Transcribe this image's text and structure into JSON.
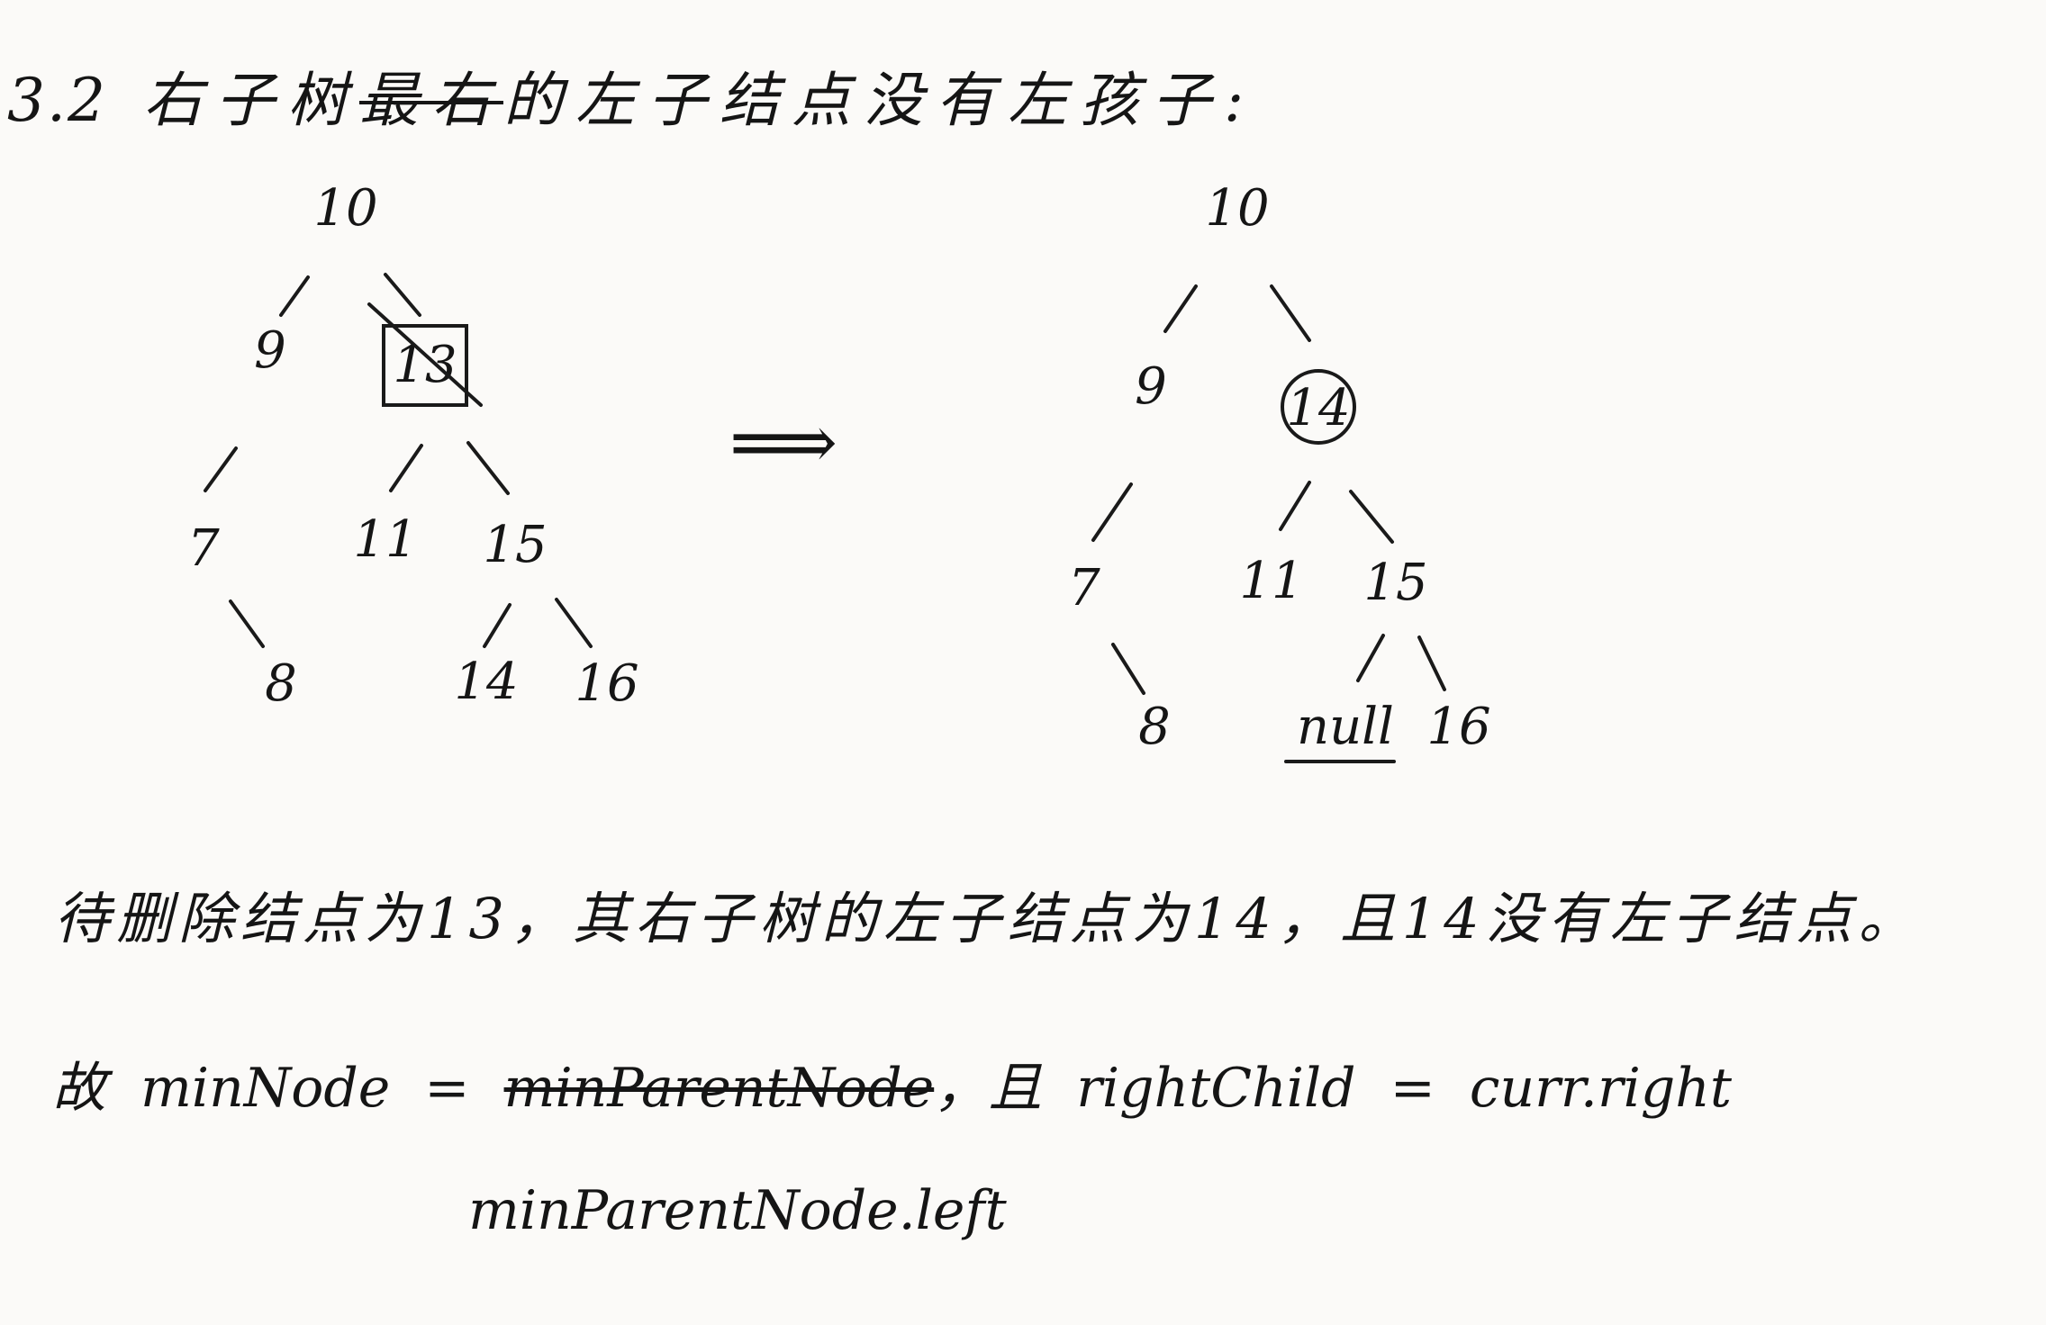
{
  "heading": {
    "number": "3.2",
    "before": "右子树",
    "crossed": "最右",
    "after": "的左子结点没有左孩子:"
  },
  "tree_before": {
    "root": "10",
    "n9": "9",
    "n13": "13",
    "n7": "7",
    "n11": "11",
    "n15": "15",
    "n8": "8",
    "n14": "14",
    "n16": "16"
  },
  "arrow": "⟹",
  "tree_after": {
    "root": "10",
    "n9": "9",
    "n14": "14",
    "n7": "7",
    "n11": "11",
    "n15": "15",
    "n8": "8",
    "null": "null",
    "n16": "16"
  },
  "description": "待删除结点为13，其右子树的左子结点为14，且14没有左子结点。",
  "code": {
    "prefix": "故",
    "lhs": "minNode",
    "equals": "=",
    "crossed": "minParentNode",
    "sep": "，且",
    "rhs_name": "rightChild",
    "rhs_value": "curr.right",
    "line2": "minParentNode.left"
  }
}
